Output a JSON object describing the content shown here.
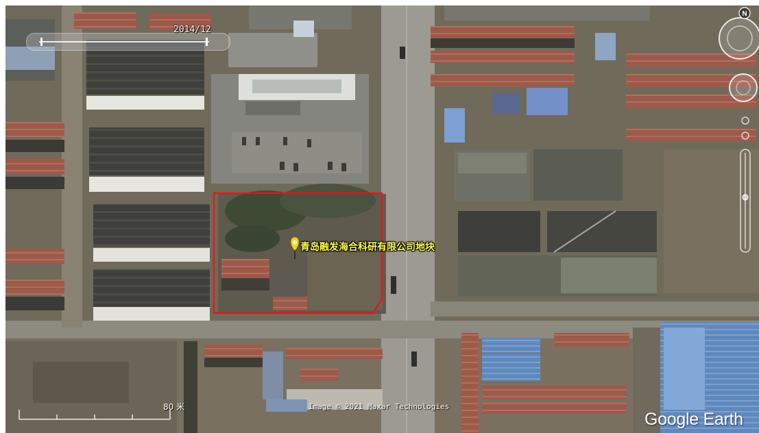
{
  "timeline": {
    "date_label": "2014/12"
  },
  "compass": {
    "north_label": "N"
  },
  "placemark": {
    "label": "青岛融发海合科研有限公司地块"
  },
  "scale_bar": {
    "label": "80 米"
  },
  "attribution": {
    "text": "Image © 2021 Maxar Technologies"
  },
  "brand": {
    "google": "Google",
    "earth": "Earth"
  },
  "colors": {
    "boundary": "#e8141a",
    "placemark_label": "#ffff44",
    "placemark_pin": "#f3d21c"
  },
  "icons": [
    "compass-icon",
    "look-joystick-icon",
    "move-joystick-icon",
    "zoom-slider-icon",
    "placemark-pin-icon"
  ]
}
